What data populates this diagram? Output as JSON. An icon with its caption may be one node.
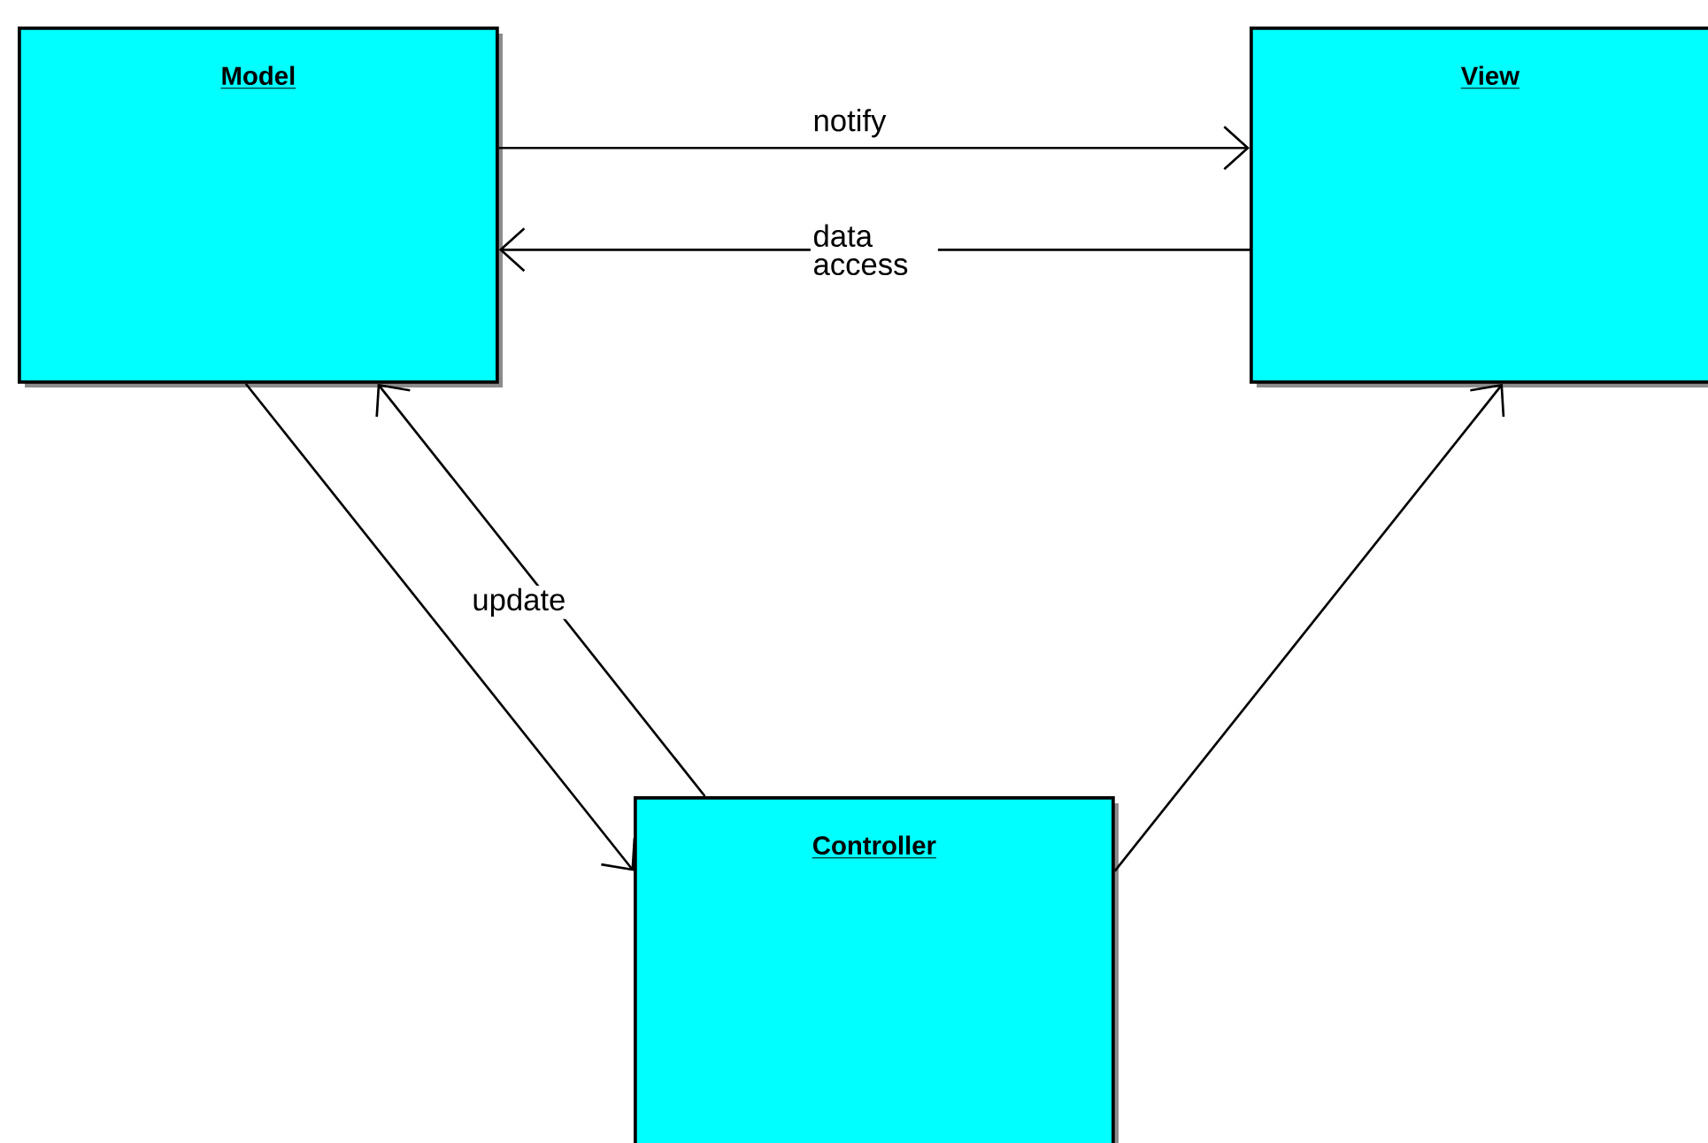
{
  "diagram": {
    "nodes": [
      {
        "text": [
          "Model"
        ]
      },
      {
        "text": [
          "View"
        ]
      },
      {
        "text": [
          "Controller"
        ]
      }
    ],
    "edges": [
      {
        "from": 0,
        "to": 1,
        "arrow": "to",
        "label": "notify"
      },
      {
        "from": 1,
        "to": 0,
        "arrow": "to",
        "label": "data access"
      },
      {
        "from": 0,
        "to": 2,
        "arrow": "to"
      },
      {
        "from": 2,
        "to": 0,
        "arrow": "to",
        "label": "update"
      },
      {
        "from": 2,
        "to": 1,
        "arrow": "to"
      }
    ]
  }
}
